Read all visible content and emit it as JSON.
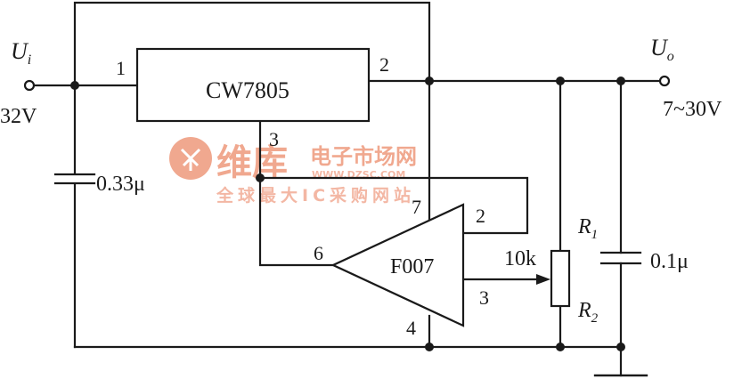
{
  "input": {
    "symbol": "U",
    "subscript": "i",
    "voltage": "32V"
  },
  "output": {
    "symbol": "U",
    "subscript": "o",
    "range": "7~30V"
  },
  "regulator": {
    "name": "CW7805",
    "pin_in": "1",
    "pin_out": "2",
    "pin_com": "3"
  },
  "opamp": {
    "name": "F007",
    "pin_inv": "6",
    "pin_out": "3",
    "pin_pos": "7",
    "pin_neg": "4",
    "pin_2": "2"
  },
  "input_cap": {
    "value": "0.33μ"
  },
  "output_cap": {
    "value": "0.1μ"
  },
  "potentiometer": {
    "value": "10k",
    "r1_symbol": "R",
    "r1_sub": "1",
    "r2_symbol": "R",
    "r2_sub": "2"
  },
  "watermark": {
    "brand_cn": "维库",
    "line1": "电子市场网",
    "url": "WWW.DZSC.COM",
    "line2": "全球最大IC采购网站"
  },
  "colors": {
    "wire": "#1a1a1a",
    "watermark": "#f0a48a"
  }
}
